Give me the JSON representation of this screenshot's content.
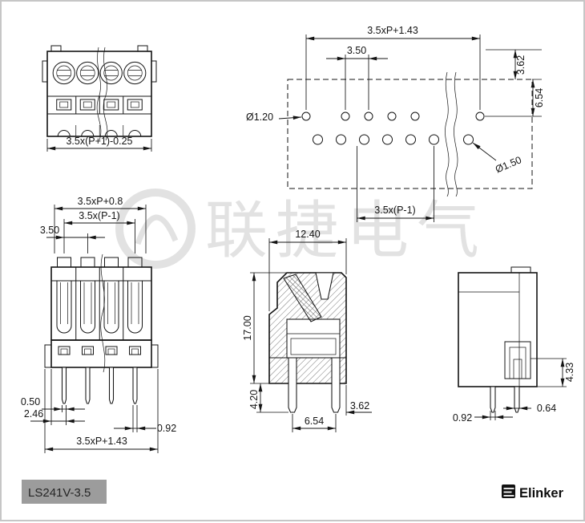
{
  "watermark": {
    "text": "联捷电气"
  },
  "footer": {
    "part_number": "LS241V-3.5",
    "brand": "Elinker"
  },
  "views": {
    "top_view": {
      "dim_overall": "3.5x(P+1)-0.25"
    },
    "pcb_layout": {
      "dim_overall": "3.5xP+1.43",
      "dim_pitch": "3.50",
      "dim_edge": "3.62",
      "dim_row": "6.54",
      "dim_hole_small": "Ø1.20",
      "dim_hole_large": "Ø1.50",
      "dim_span": "3.5x(P-1)"
    },
    "front_view": {
      "dim_width_top": "3.5xP+0.8",
      "dim_span": "3.5x(P-1)",
      "dim_pitch": "3.50",
      "dim_pin_thickness": "0.50",
      "dim_pin_offset": "2.46",
      "dim_pin_width": "0.92",
      "dim_overall": "3.5xP+1.43"
    },
    "section_view": {
      "dim_depth": "12.40",
      "dim_height": "17.00",
      "dim_pin_length": "4.20",
      "dim_pin_span": "6.54",
      "dim_pin_offset": "3.62"
    },
    "side_view": {
      "dim_clamp_height": "4.33",
      "dim_pin_width": "0.92",
      "dim_pin_thickness": "0.64"
    }
  }
}
